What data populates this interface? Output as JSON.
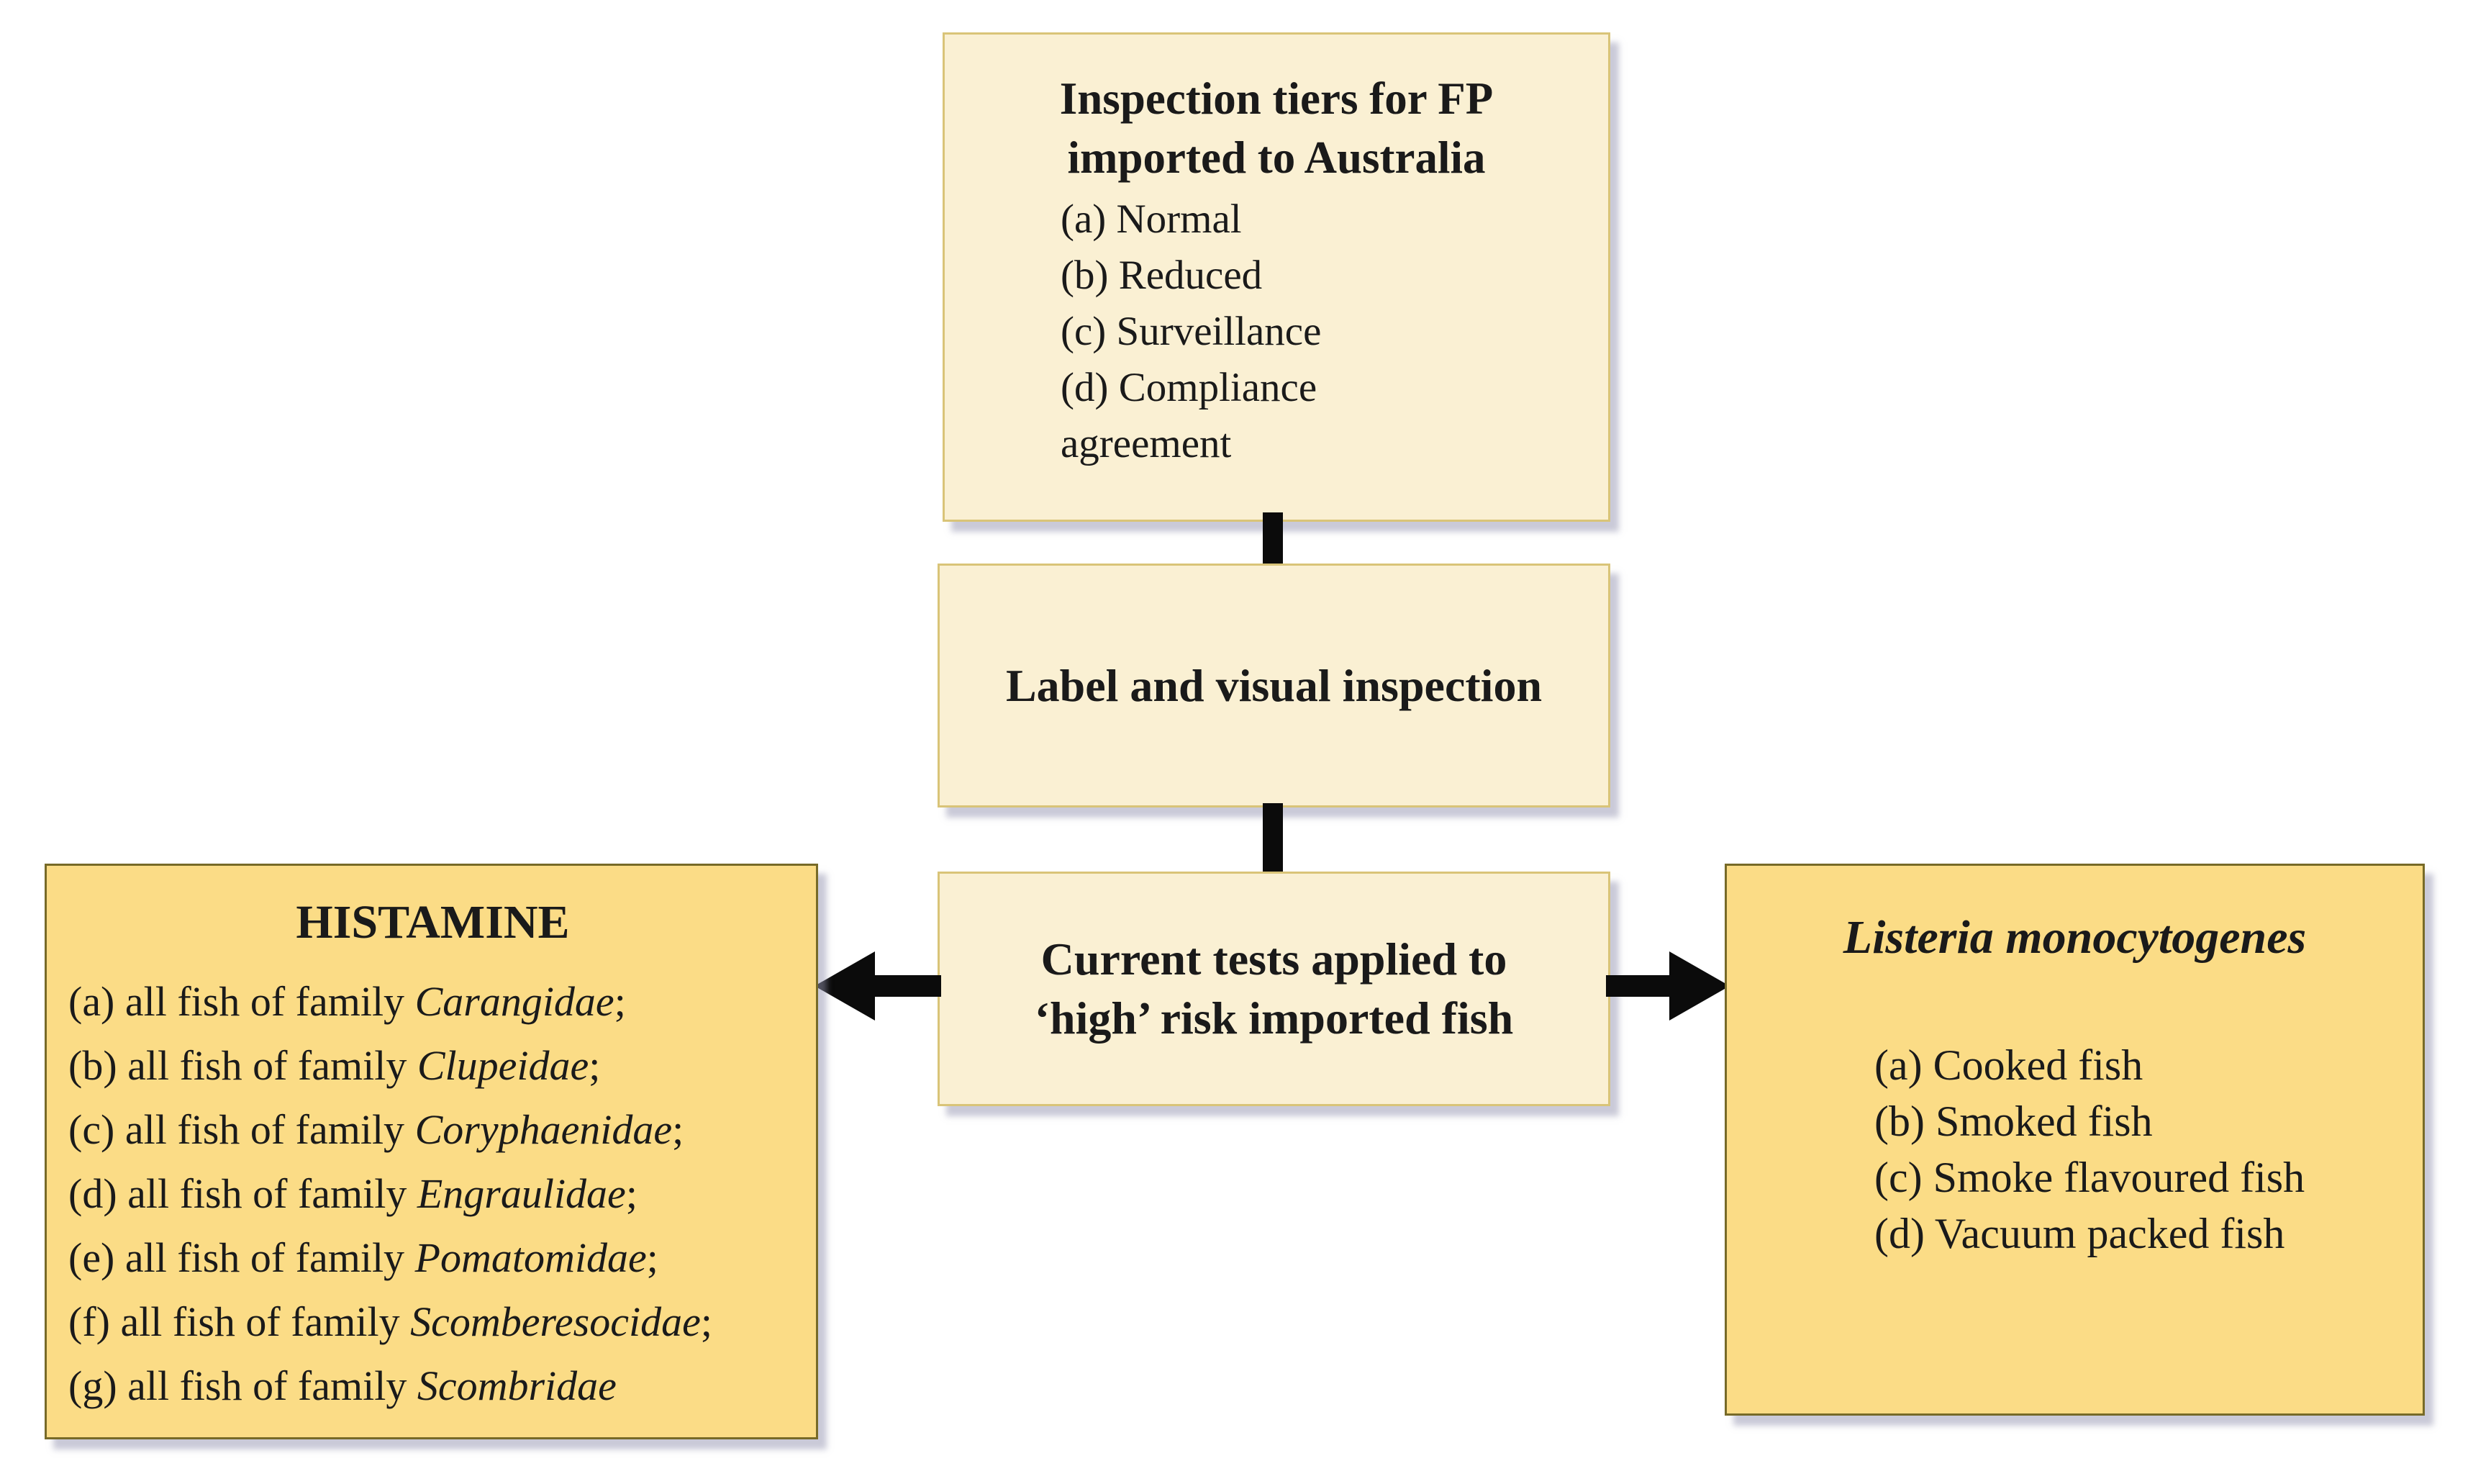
{
  "top_box": {
    "title": "Inspection tiers for FP imported to Australia",
    "items": [
      "(a) Normal",
      "(b) Reduced",
      "(c) Surveillance",
      "(d) Compliance agreement"
    ]
  },
  "middle_box": {
    "label": "Label and visual inspection"
  },
  "center_box": {
    "label": "Current tests applied to ‘high’ risk imported fish"
  },
  "left_box": {
    "title": "HISTAMINE",
    "items": [
      {
        "text": "(a) all fish of family ",
        "family": "Carangidae",
        "suffix": ";"
      },
      {
        "text": "(b) all fish of family ",
        "family": "Clupeidae",
        "suffix": ";"
      },
      {
        "text": "(c) all fish of family ",
        "family": "Coryphaenidae",
        "suffix": ";"
      },
      {
        "text": "(d) all fish of family ",
        "family": "Engraulidae",
        "suffix": ";"
      },
      {
        "text": "(e) all fish of family ",
        "family": "Pomatomidae",
        "suffix": ";"
      },
      {
        "text": "(f) all fish of family ",
        "family": "Scomberesocidae",
        "suffix": ";"
      },
      {
        "text": "(g) all fish of family ",
        "family": "Scombridae",
        "suffix": ""
      }
    ]
  },
  "right_box": {
    "title": "Listeria monocytogenes",
    "items": [
      "(a) Cooked fish",
      "(b) Smoked fish",
      "(c) Smoke flavoured fish",
      "(d) Vacuum packed fish"
    ]
  },
  "colors": {
    "center_box_fill": "#faf0d3",
    "center_box_border": "#d9c478",
    "outer_box_fill": "#fbdc86",
    "outer_box_border": "#776a28",
    "connector": "#0b0b0b",
    "shadow": "#9696b2",
    "background": "#ffffff"
  }
}
